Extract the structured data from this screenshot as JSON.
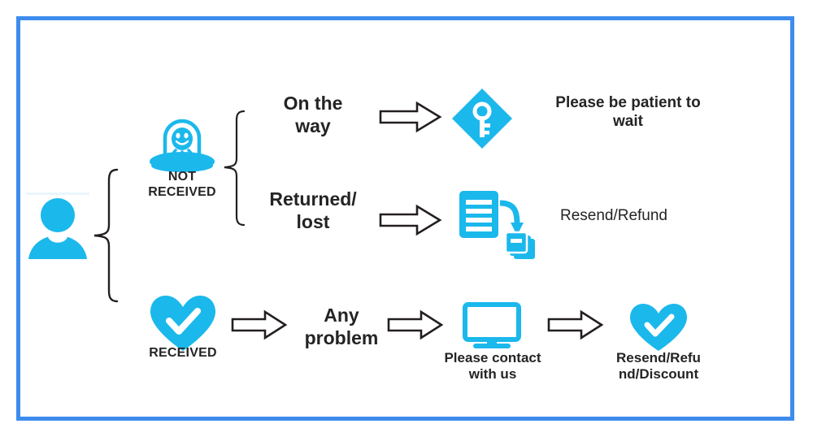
{
  "diagram": {
    "title": "Order status customer-service flowchart",
    "frame_color": "#3d8ced",
    "accent_color": "#1bb8ec",
    "text_color": "#242424",
    "arrow_outline": "#231f20"
  },
  "start": {
    "icon": "user-avatar-icon",
    "label": ""
  },
  "branches": [
    {
      "id": "not-received",
      "icon": "ufo-alien-icon",
      "caption_line1": "NOT",
      "caption_line2": "RECEIVED",
      "sub_branches": [
        {
          "id": "on-the-way",
          "label_line1": "On the",
          "label_line2": "way",
          "arrow": "arrow-right-icon",
          "result_icon": "key-diamond-icon",
          "result_line1": "Please be patient to",
          "result_line2": "wait"
        },
        {
          "id": "returned-lost",
          "label_line1": "Returned/",
          "label_line2": "lost",
          "arrow": "arrow-right-icon",
          "result_icon": "document-resend-icon",
          "result_line1": "Resend/Refund",
          "result_line2": ""
        }
      ]
    },
    {
      "id": "received",
      "icon": "heart-check-icon",
      "caption_line1": "RECEIVED",
      "caption_line2": "",
      "steps": [
        {
          "arrow": "arrow-right-icon"
        },
        {
          "label_line1": "Any",
          "label_line2": "problem"
        },
        {
          "arrow": "arrow-right-icon"
        },
        {
          "icon": "monitor-icon",
          "label_line1": "Please contact",
          "label_line2": "with us"
        },
        {
          "arrow": "arrow-right-icon"
        },
        {
          "icon": "heart-check-icon",
          "label_line1": "Resend/Refu",
          "label_line2": "nd/Discount"
        }
      ]
    }
  ]
}
